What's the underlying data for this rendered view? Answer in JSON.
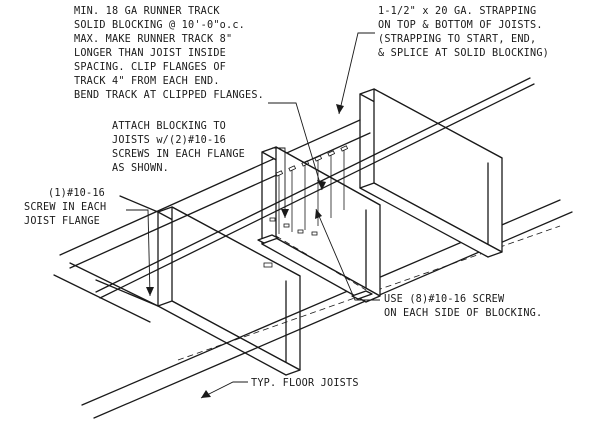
{
  "notes": {
    "runner_track": [
      "MIN. 18 GA RUNNER TRACK",
      "SOLID BLOCKING @ 10'-0\"o.c.",
      "MAX. MAKE RUNNER TRACK 8\"",
      "LONGER THAN JOIST INSIDE",
      "SPACING. CLIP FLANGES OF",
      "TRACK 4\" FROM EACH END.",
      "BEND TRACK AT CLIPPED FLANGES."
    ],
    "strapping": [
      "1-1/2\" x 20 GA. STRAPPING",
      "ON TOP & BOTTOM OF JOISTS.",
      "(STRAPPING TO START, END,",
      "& SPLICE AT SOLID BLOCKING)"
    ],
    "attach_blocking": [
      "ATTACH BLOCKING TO",
      "JOISTS w/(2)#10-16",
      "SCREWS IN EACH FLANGE",
      "AS SHOWN."
    ],
    "joist_screw": [
      "(1)#10-16",
      "SCREW IN EACH",
      "JOIST FLANGE"
    ],
    "blocking_screws": [
      "USE (8)#10-16 SCREW",
      "ON EACH SIDE OF BLOCKING."
    ],
    "floor_joists": [
      "TYP. FLOOR JOISTS"
    ]
  }
}
